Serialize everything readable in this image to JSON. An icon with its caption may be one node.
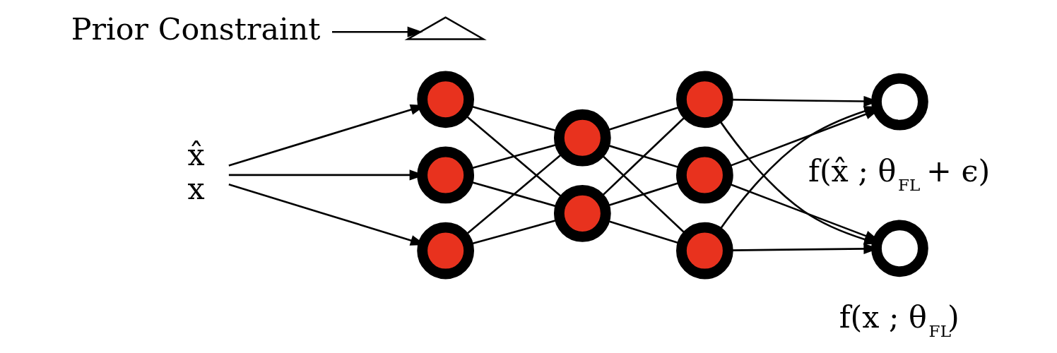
{
  "diagram": {
    "nodes": [
      {
        "text": [
          "x̂",
          "x"
        ]
      },
      {
        "text": [],
        "shape": "circle"
      },
      {
        "text": [],
        "shape": "circle"
      },
      {
        "text": [],
        "shape": "circle"
      },
      {
        "text": [],
        "shape": "circle"
      },
      {
        "text": [],
        "shape": "circle"
      },
      {
        "text": [],
        "shape": "circle"
      },
      {
        "text": [],
        "shape": "circle"
      },
      {
        "text": [],
        "shape": "circle"
      },
      {
        "text": [],
        "shape": "circle",
        "beside": [
          "f(x̂ ; θ$_{FL}$ + ϵ)"
        ]
      },
      {
        "text": [],
        "shape": "circle",
        "beside": [
          "f(x ; θ$_{FL}$)"
        ]
      },
      {
        "text": [],
        "shape": "picture"
      },
      {
        "text": [
          "Prior Constraint"
        ]
      }
    ],
    "edges": [
      {
        "from": 0,
        "to": 1,
        "arrow": "to"
      },
      {
        "from": 0,
        "to": 2,
        "arrow": "to"
      },
      {
        "from": 0,
        "to": 3,
        "arrow": "to"
      },
      {
        "from": 1,
        "to": 4,
        "arrow": "none"
      },
      {
        "from": 1,
        "to": 5,
        "arrow": "none"
      },
      {
        "from": 2,
        "to": 4,
        "arrow": "none"
      },
      {
        "from": 2,
        "to": 5,
        "arrow": "none"
      },
      {
        "from": 3,
        "to": 4,
        "arrow": "none"
      },
      {
        "from": 3,
        "to": 5,
        "arrow": "none"
      },
      {
        "from": 4,
        "to": 6,
        "arrow": "none"
      },
      {
        "from": 4,
        "to": 7,
        "arrow": "none"
      },
      {
        "from": 4,
        "to": 8,
        "arrow": "none"
      },
      {
        "from": 5,
        "to": 6,
        "arrow": "none"
      },
      {
        "from": 5,
        "to": 7,
        "arrow": "none"
      },
      {
        "from": 5,
        "to": 8,
        "arrow": "none"
      },
      {
        "from": 6,
        "to": 9,
        "arrow": "to"
      },
      {
        "from": 6,
        "to": 10,
        "arrow": "to"
      },
      {
        "from": 7,
        "to": 9,
        "arrow": "to"
      },
      {
        "from": 7,
        "to": 10,
        "arrow": "to"
      },
      {
        "from": 8,
        "to": 9,
        "arrow": "to"
      },
      {
        "from": 8,
        "to": 10,
        "arrow": "to"
      },
      {
        "from": 12,
        "to": 11,
        "arrow": "to"
      }
    ]
  }
}
